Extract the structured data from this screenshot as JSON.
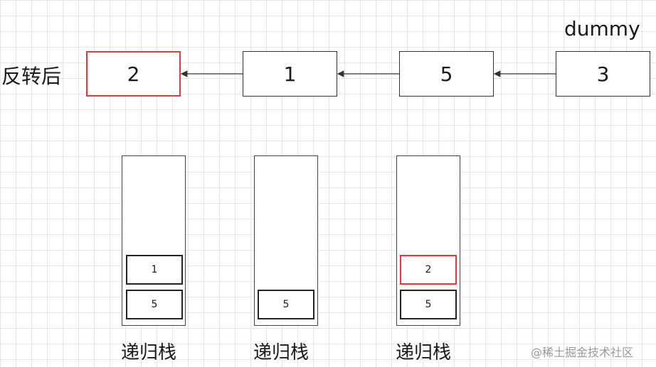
{
  "title_label": "反转后",
  "dummy_label": "dummy",
  "list_nodes": [
    {
      "value": "2",
      "highlight": true
    },
    {
      "value": "1",
      "highlight": false
    },
    {
      "value": "5",
      "highlight": false
    },
    {
      "value": "3",
      "highlight": false
    }
  ],
  "stacks": [
    {
      "label": "递归栈",
      "items": [
        {
          "value": "1",
          "highlight": false
        },
        {
          "value": "5",
          "highlight": false
        }
      ]
    },
    {
      "label": "递归栈",
      "items": [
        {
          "value": "5",
          "highlight": false
        }
      ]
    },
    {
      "label": "递归栈",
      "items": [
        {
          "value": "2",
          "highlight": true
        },
        {
          "value": "5",
          "highlight": false
        }
      ]
    }
  ],
  "watermark": "@稀土掘金技术社区",
  "colors": {
    "highlight": "#e53935",
    "border": "#333333"
  }
}
